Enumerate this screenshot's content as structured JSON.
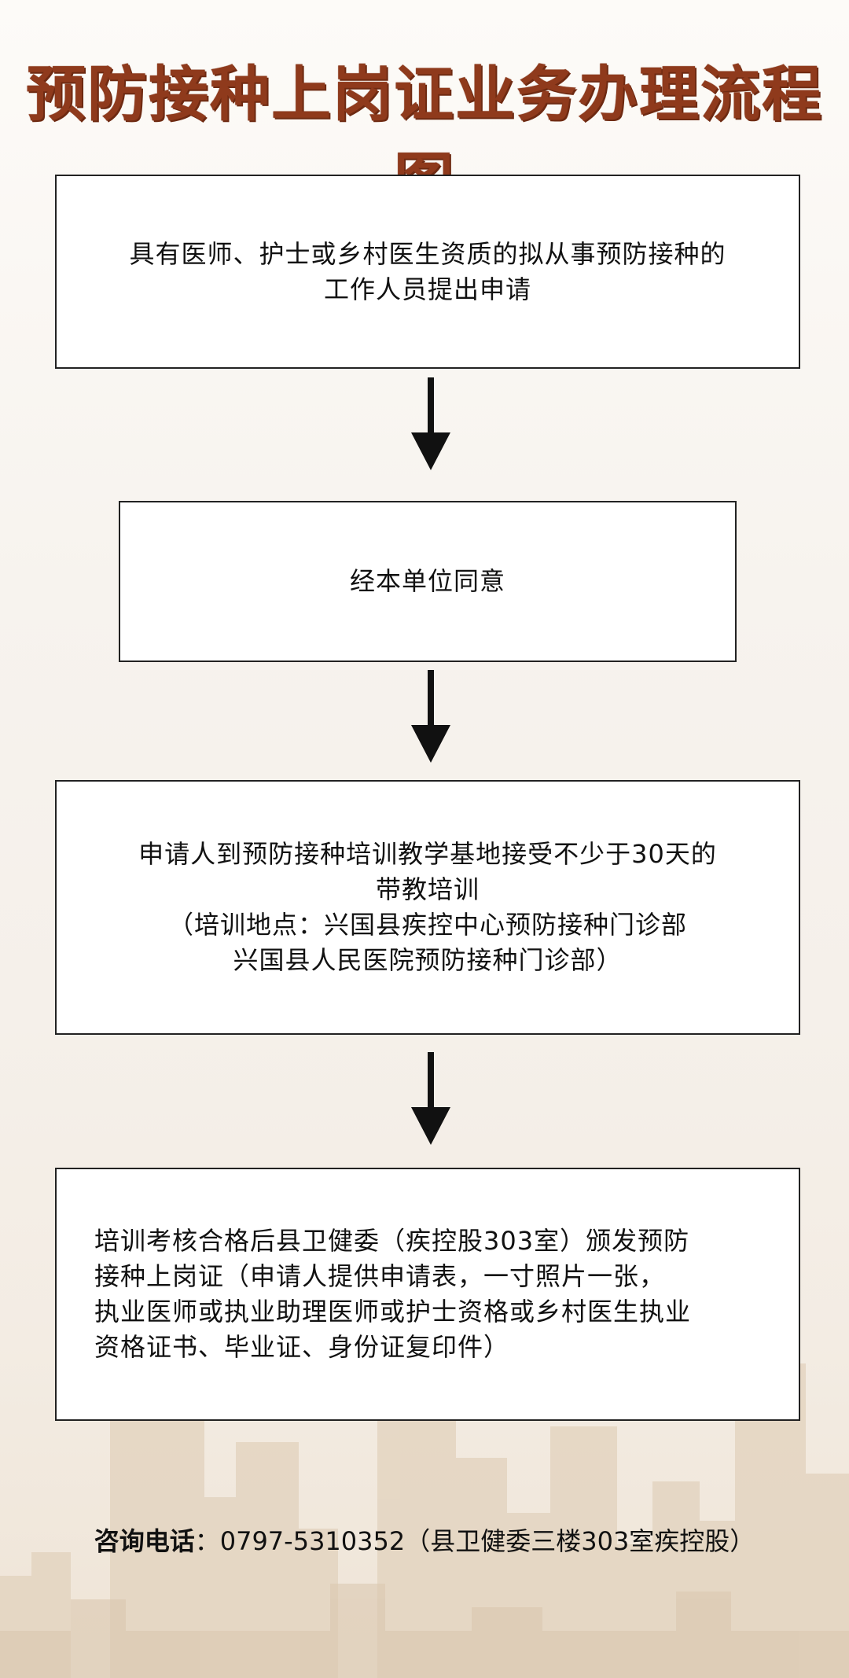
{
  "title": "预防接种上岗证业务办理流程图",
  "steps": [
    {
      "lines": [
        "具有医师、护士或乡村医生资质的拟从事预防接种的",
        "工作人员提出申请"
      ]
    },
    {
      "lines": [
        "经本单位同意"
      ]
    },
    {
      "lines": [
        "申请人到预防接种培训教学基地接受不少于30天的",
        "带教培训",
        "（培训地点：兴国县疾控中心预防接种门诊部",
        "兴国县人民医院预防接种门诊部）"
      ]
    },
    {
      "lines": [
        "培训考核合格后县卫健委（疾控股303室）颁发预防",
        "接种上岗证（申请人提供申请表，一寸照片一张，",
        "执业医师或执业助理医师或护士资格或乡村医生执业",
        "资格证书、毕业证、身份证复印件）"
      ]
    }
  ],
  "contact": {
    "label": "咨询电话",
    "separator": "：",
    "value": "0797-5310352（县卫健委三楼303室疾控股）"
  },
  "colors": {
    "title": "#8f3a1c",
    "border": "#222222",
    "arrow": "#111111"
  }
}
